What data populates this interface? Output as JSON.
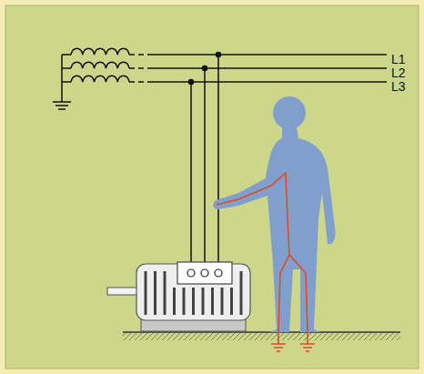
{
  "diagram": {
    "labels": [
      "L1",
      "L2",
      "L3"
    ]
  }
}
